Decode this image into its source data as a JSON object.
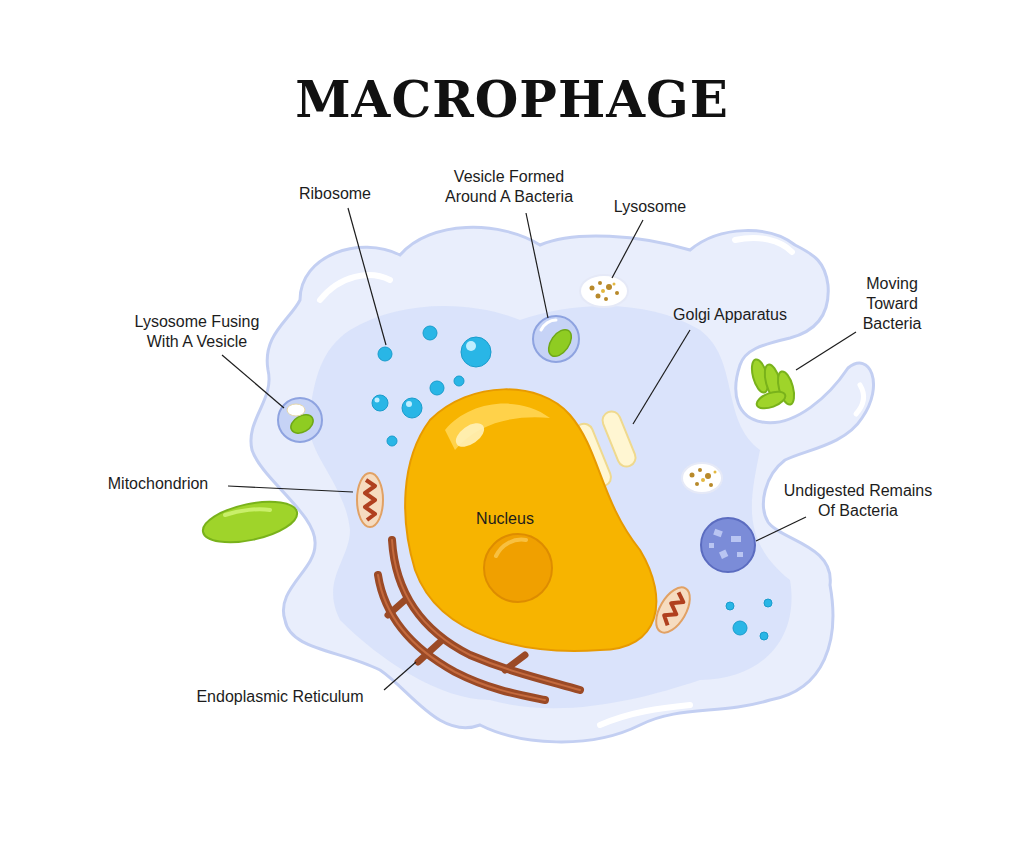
{
  "diagram": {
    "title": "MACROPHAGE",
    "nodes": [
      {
        "text": [
          "Nucleus"
        ]
      }
    ],
    "labels": [
      "Ribosome",
      "Vesicle Formed Around A Bacteria",
      "Lysosome",
      "Moving Toward Bacteria",
      "Lysosome Fusing With A Vesicle",
      "Golgi Apparatus",
      "Mitochondrion",
      "Undigested Remains Of Bacteria",
      "Endoplasmic Reticulum"
    ]
  }
}
